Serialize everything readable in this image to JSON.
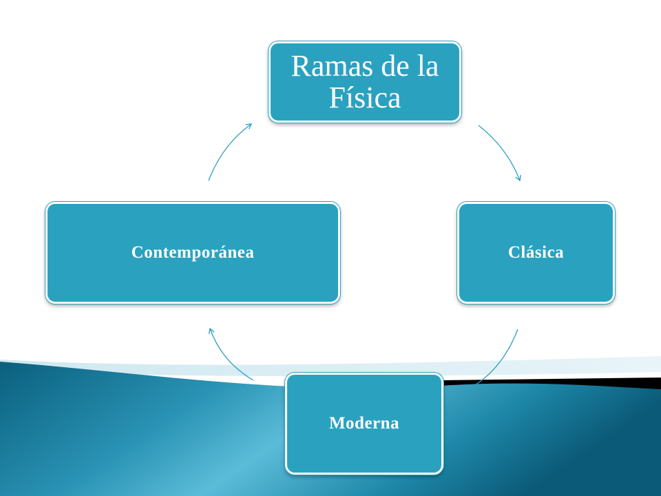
{
  "diagram": {
    "type": "cycle",
    "center_title": "Ramas de la Física",
    "nodes": [
      {
        "id": "top",
        "label": "Ramas de la Física"
      },
      {
        "id": "right",
        "label": "Clásica"
      },
      {
        "id": "bottom",
        "label": "Moderna"
      },
      {
        "id": "left",
        "label": "Contemporánea"
      }
    ],
    "edges": [
      {
        "from": "top",
        "to": "right"
      },
      {
        "from": "right",
        "to": "bottom"
      },
      {
        "from": "bottom",
        "to": "left"
      },
      {
        "from": "left",
        "to": "top"
      }
    ]
  },
  "colors": {
    "node_fill": "#2aa2bf",
    "arrow": "#2a9fc0",
    "wave_dark": "#0a5f7d",
    "wave_light": "#5bbcd8"
  }
}
